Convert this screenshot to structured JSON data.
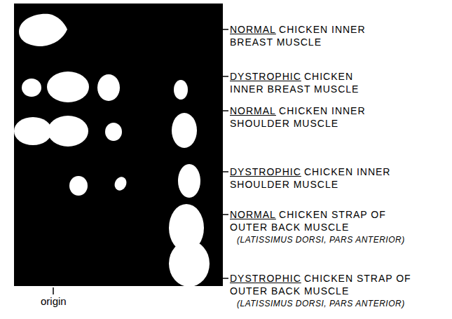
{
  "diagram": {
    "labels": [
      "NORMAL",
      "CHICKEN INNER BREAST MUSCLE",
      "DYSTROPHIC",
      "CHICKEN INNER BREAST MUSCLE",
      "NORMAL",
      "CHICKEN INNER SHOULDER MUSCLE",
      "DYSTROPHIC",
      "CHICKEN INNER SHOULDER MUSCLE",
      "NORMAL",
      "CHICKEN STRAP OF OUTER BACK MUSCLE",
      "(LATISSIMUS DORSI, PARS ANTERIOR)",
      "DYSTROPHIC",
      "CHICKEN STRAP OF OUTER BACK MUSCLE",
      "(LATISSIMUS DORSI, PARS ANTERIOR)",
      "origin"
    ]
  }
}
